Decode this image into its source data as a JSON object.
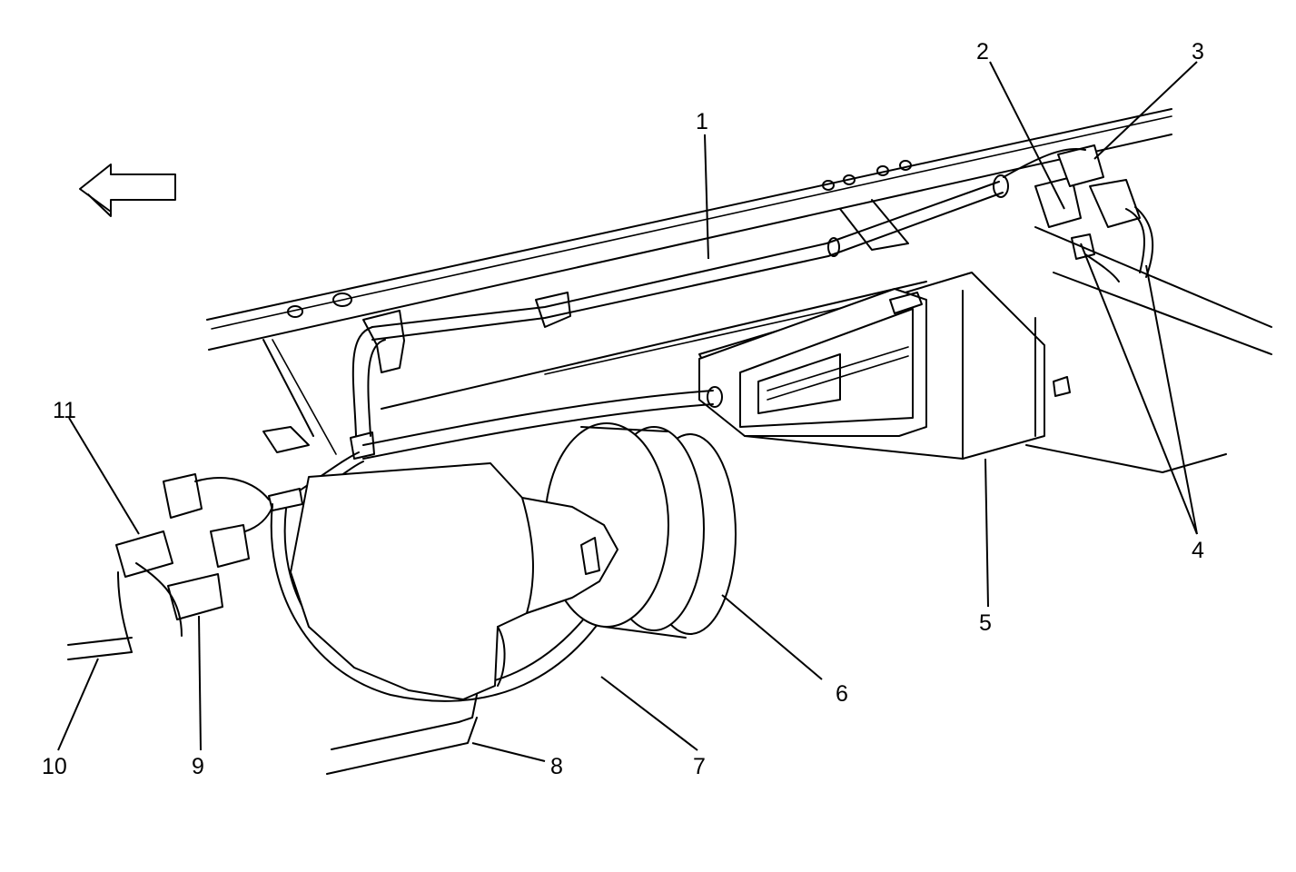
{
  "callouts": [
    "1",
    "2",
    "3",
    "4",
    "5",
    "6",
    "7",
    "8",
    "9",
    "10",
    "11"
  ],
  "colors": {
    "line": "#000000",
    "background": "#ffffff"
  },
  "icons": {
    "direction": "arrow-left-icon"
  }
}
